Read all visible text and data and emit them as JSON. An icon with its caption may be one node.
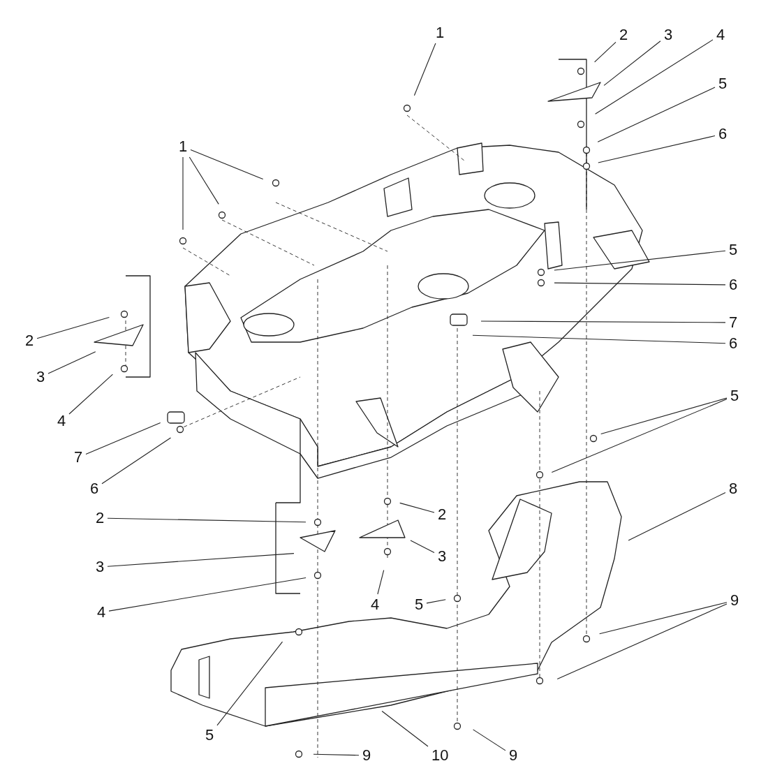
{
  "diagram": {
    "nodes": [
      {
        "text": [
          "1"
        ]
      },
      {
        "text": [
          "2"
        ]
      },
      {
        "text": [
          "3"
        ]
      },
      {
        "text": [
          "4"
        ]
      },
      {
        "text": [
          "5"
        ]
      },
      {
        "text": [
          "6"
        ]
      },
      {
        "text": [
          "1"
        ]
      },
      {
        "text": [
          "5"
        ]
      },
      {
        "text": [
          "6"
        ]
      },
      {
        "text": [
          "7"
        ]
      },
      {
        "text": [
          "6"
        ]
      },
      {
        "text": [
          "2"
        ]
      },
      {
        "text": [
          "3"
        ]
      },
      {
        "text": [
          "4"
        ]
      },
      {
        "text": [
          "5"
        ]
      },
      {
        "text": [
          "7"
        ]
      },
      {
        "text": [
          "6"
        ]
      },
      {
        "text": [
          "2"
        ]
      },
      {
        "text": [
          "2"
        ]
      },
      {
        "text": [
          "8"
        ]
      },
      {
        "text": [
          "3"
        ]
      },
      {
        "text": [
          "3"
        ]
      },
      {
        "text": [
          "4"
        ]
      },
      {
        "text": [
          "4"
        ]
      },
      {
        "text": [
          "5"
        ]
      },
      {
        "text": [
          "9"
        ]
      },
      {
        "text": [
          "5"
        ]
      },
      {
        "text": [
          "9"
        ]
      },
      {
        "text": [
          "10"
        ]
      },
      {
        "text": [
          "9"
        ]
      }
    ],
    "edges": [
      {
        "from": 0,
        "to": null,
        "arrow": "none"
      },
      {
        "from": 1,
        "to": null,
        "arrow": "none"
      },
      {
        "from": 2,
        "to": null,
        "arrow": "none"
      },
      {
        "from": 3,
        "to": null,
        "arrow": "none"
      },
      {
        "from": 4,
        "to": null,
        "arrow": "none"
      },
      {
        "from": 5,
        "to": null,
        "arrow": "none"
      },
      {
        "from": 6,
        "to": null,
        "arrow": "none"
      },
      {
        "from": 6,
        "to": null,
        "arrow": "none"
      },
      {
        "from": 6,
        "to": null,
        "arrow": "none"
      },
      {
        "from": 7,
        "to": null,
        "arrow": "none"
      },
      {
        "from": 8,
        "to": null,
        "arrow": "none"
      },
      {
        "from": 9,
        "to": null,
        "arrow": "none"
      },
      {
        "from": 10,
        "to": null,
        "arrow": "none"
      },
      {
        "from": 11,
        "to": null,
        "arrow": "none"
      },
      {
        "from": 12,
        "to": null,
        "arrow": "none"
      },
      {
        "from": 13,
        "to": null,
        "arrow": "none"
      },
      {
        "from": 14,
        "to": null,
        "arrow": "none"
      },
      {
        "from": 14,
        "to": null,
        "arrow": "none"
      },
      {
        "from": 15,
        "to": null,
        "arrow": "none"
      },
      {
        "from": 16,
        "to": null,
        "arrow": "none"
      },
      {
        "from": 17,
        "to": null,
        "arrow": "none"
      },
      {
        "from": 18,
        "to": null,
        "arrow": "none"
      },
      {
        "from": 19,
        "to": null,
        "arrow": "none"
      },
      {
        "from": 20,
        "to": null,
        "arrow": "none"
      },
      {
        "from": 21,
        "to": null,
        "arrow": "none"
      },
      {
        "from": 22,
        "to": null,
        "arrow": "none"
      },
      {
        "from": 23,
        "to": null,
        "arrow": "none"
      },
      {
        "from": 24,
        "to": null,
        "arrow": "none"
      },
      {
        "from": 25,
        "to": null,
        "arrow": "none"
      },
      {
        "from": 25,
        "to": null,
        "arrow": "none"
      },
      {
        "from": 26,
        "to": null,
        "arrow": "none"
      },
      {
        "from": 27,
        "to": null,
        "arrow": "none"
      },
      {
        "from": 28,
        "to": null,
        "arrow": "none"
      },
      {
        "from": 29,
        "to": null,
        "arrow": "none"
      }
    ]
  }
}
